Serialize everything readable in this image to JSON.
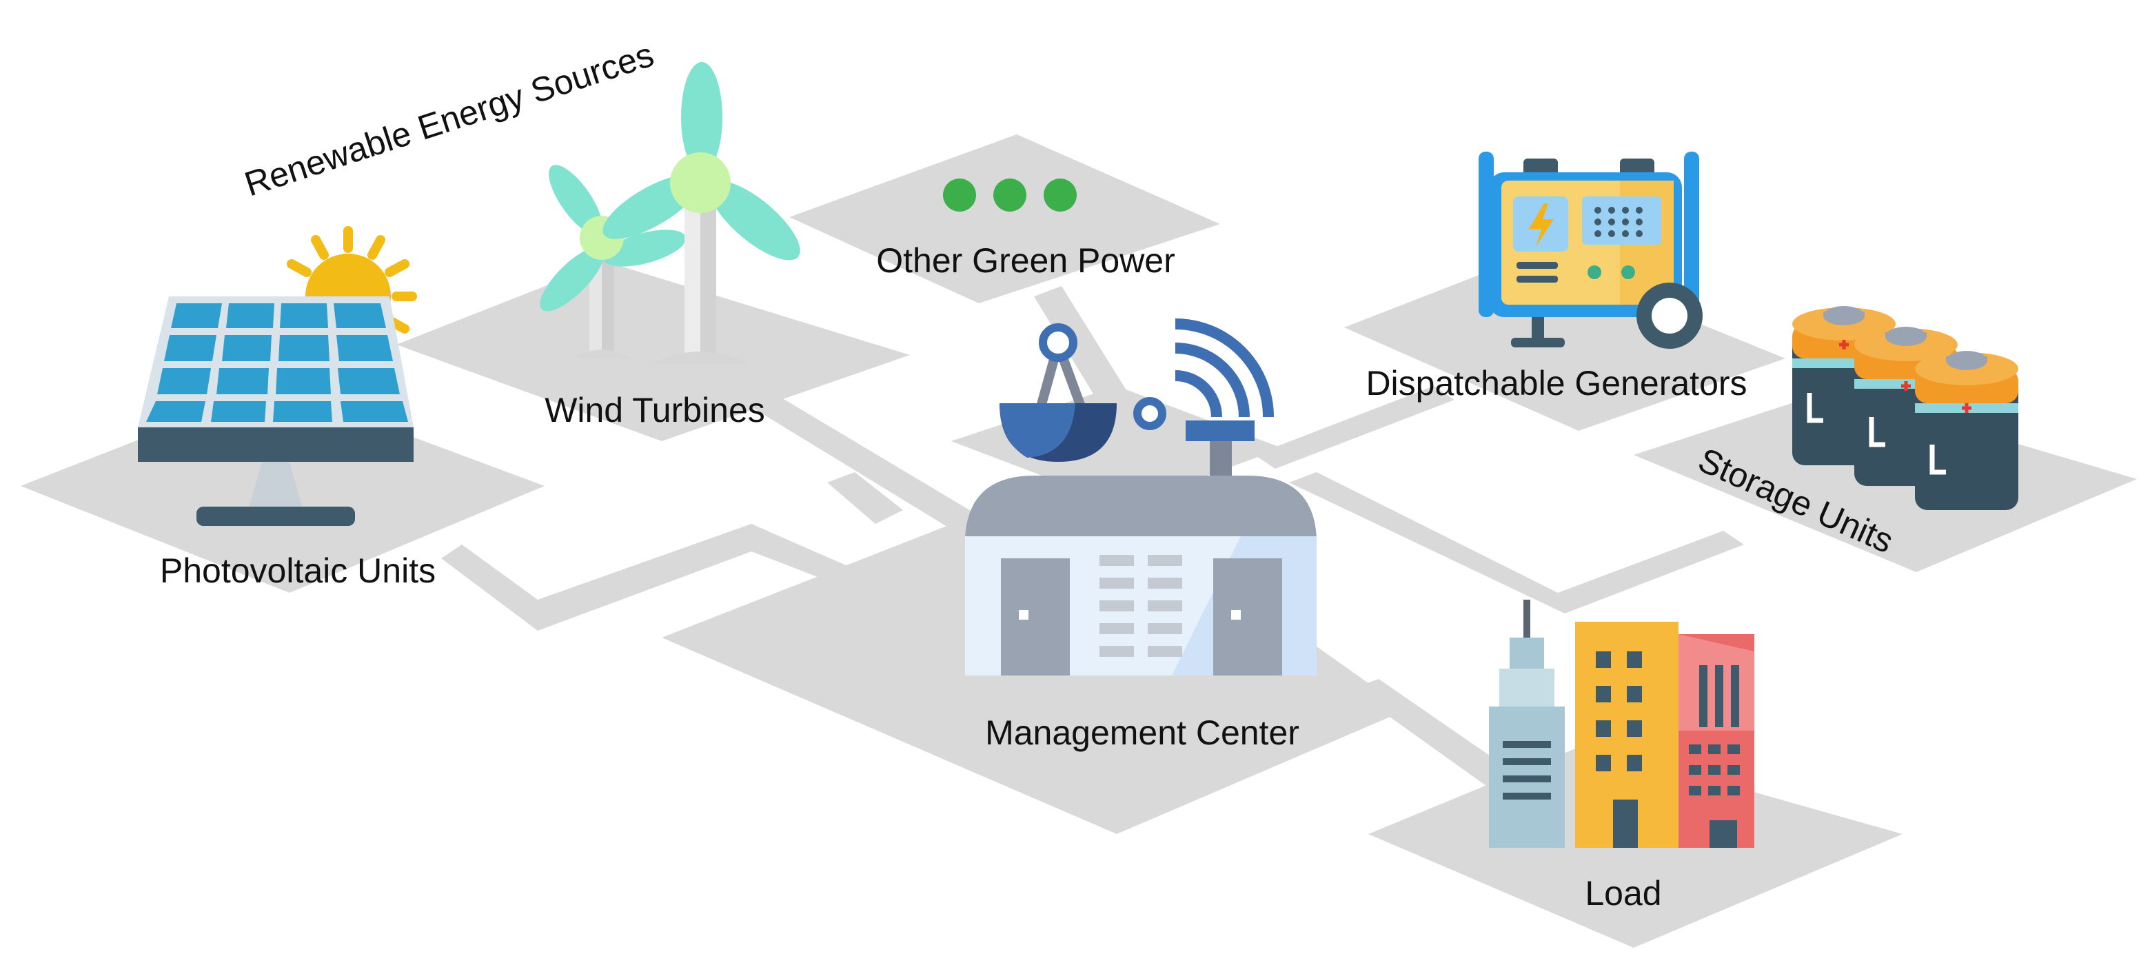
{
  "labels": {
    "renewable_group": "Renewable Energy Sources",
    "photovoltaic": "Photovoltaic Units",
    "wind": "Wind Turbines",
    "other_green": "Other Green Power",
    "management": "Management Center",
    "dispatchable": "Dispatchable Generators",
    "storage": "Storage Units",
    "load": "Load"
  },
  "icons": {
    "photovoltaic": "solar-panel-icon",
    "sun": "sun-icon",
    "wind": "wind-turbine-icon",
    "other_green": "ellipsis-dots-icon",
    "management": "control-building-icon",
    "antenna": "satellite-dish-icon",
    "signal": "wireless-signal-icon",
    "dispatchable": "generator-icon",
    "storage": "battery-icon",
    "load": "city-buildings-icon"
  },
  "colors": {
    "platform": "#d9d9d9",
    "solar_blue": "#2f9fd0",
    "turbine_green": "#7fe3cf",
    "dots_green": "#3cae4a",
    "building_roof": "#9aa3b2",
    "generator_blue": "#2a9ae6",
    "generator_yellow": "#f8d26e",
    "battery_orange": "#f29a25",
    "battery_dark": "#37505f",
    "load_yellow": "#f6b93b",
    "load_red": "#ea6a6a"
  }
}
